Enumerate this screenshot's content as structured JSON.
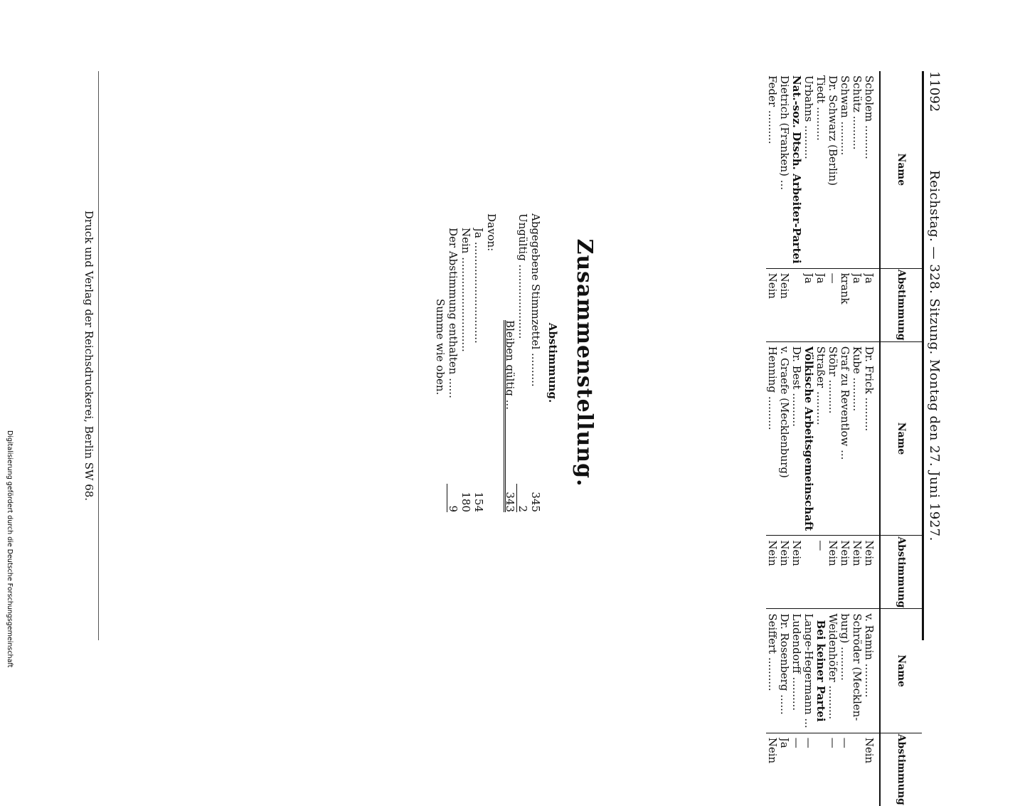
{
  "header": {
    "page_number": "11092",
    "title": "Reichstag. — 328. Sitzung. Montag den 27. Juni 1927."
  },
  "table": {
    "col_name": "Name",
    "col_vote": "Abstimmung",
    "col1": [
      {
        "name": "Scholem ..........",
        "vote": "Ja"
      },
      {
        "name": "Schütz ..........",
        "vote": "Ja"
      },
      {
        "name": "Schwan ..........",
        "vote": "krank"
      },
      {
        "name": "Dr. Schwarz (Berlin)",
        "vote": "—"
      },
      {
        "name": "Tiedt ..........",
        "vote": "Ja"
      },
      {
        "name": "Urbahns ..........",
        "vote": "Ja"
      }
    ],
    "party1": "Nat.-soz. Dtsch. Arbeiter-Partei",
    "col1b": [
      {
        "name": "Dietrich (Franken) ...",
        "vote": "Nein"
      },
      {
        "name": "Feder ..........",
        "vote": "Nein"
      }
    ],
    "col2": [
      {
        "name": "Dr. Frick ..........",
        "vote": "Nein"
      },
      {
        "name": "Kube ..........",
        "vote": "Nein"
      },
      {
        "name": "Graf zu Reventlow ...",
        "vote": "Nein"
      },
      {
        "name": "Stöhr ..........",
        "vote": "Nein"
      },
      {
        "name": "Straßer ..........",
        "vote": "—"
      }
    ],
    "party2": "Völkische Arbeitsgemeinschaft",
    "col2b": [
      {
        "name": "Dr. Best ..........",
        "vote": "Nein"
      },
      {
        "name": "v. Graefe (Mecklenburg)",
        "vote": "Nein"
      },
      {
        "name": "Henning ..........",
        "vote": "Nein"
      }
    ],
    "col3": [
      {
        "name": "v. Ramin ..........",
        "vote": "Nein"
      },
      {
        "name": "Schröder (Mecklen-",
        "vote": ""
      },
      {
        "name": "burg) ..........",
        "vote": "—"
      },
      {
        "name": "Weidenhöfer ..........",
        "vote": "—"
      }
    ],
    "party3": "Bei keiner Partei",
    "col3b": [
      {
        "name": "Lange-Hegermann ...",
        "vote": "—"
      },
      {
        "name": "Ludendorff ..........",
        "vote": "—"
      },
      {
        "name": "Dr. Rosenberg ......",
        "vote": "Ja"
      },
      {
        "name": "Seiffert ..........",
        "vote": "Nein"
      }
    ]
  },
  "summary": {
    "title": "Zusammenstellung.",
    "subtitle": "Abstimmung.",
    "abgegeben_label": "Abgegebene Stimmzettel ..........",
    "abgegeben_value": "345",
    "ungueltig_label": "Ungültig ......................",
    "ungueltig_value": "2",
    "gueltig_label": "Bleiben gültig ...",
    "gueltig_value": "343",
    "davon_label": "Davon:",
    "ja_label": "Ja ..............................",
    "ja_value": "154",
    "nein_label": "Nein ............................",
    "nein_value": "180",
    "enthalten_label": "Der Abstimmung enthalten ......",
    "enthalten_value": "9",
    "summe_label": "Summe wie oben."
  },
  "footer": "Druck und Verlag der Reichsdruckerei, Berlin SW 68.",
  "digitization_note": "Digitalisierung gefördert durch die Deutsche Forschungsgemeinschaft"
}
